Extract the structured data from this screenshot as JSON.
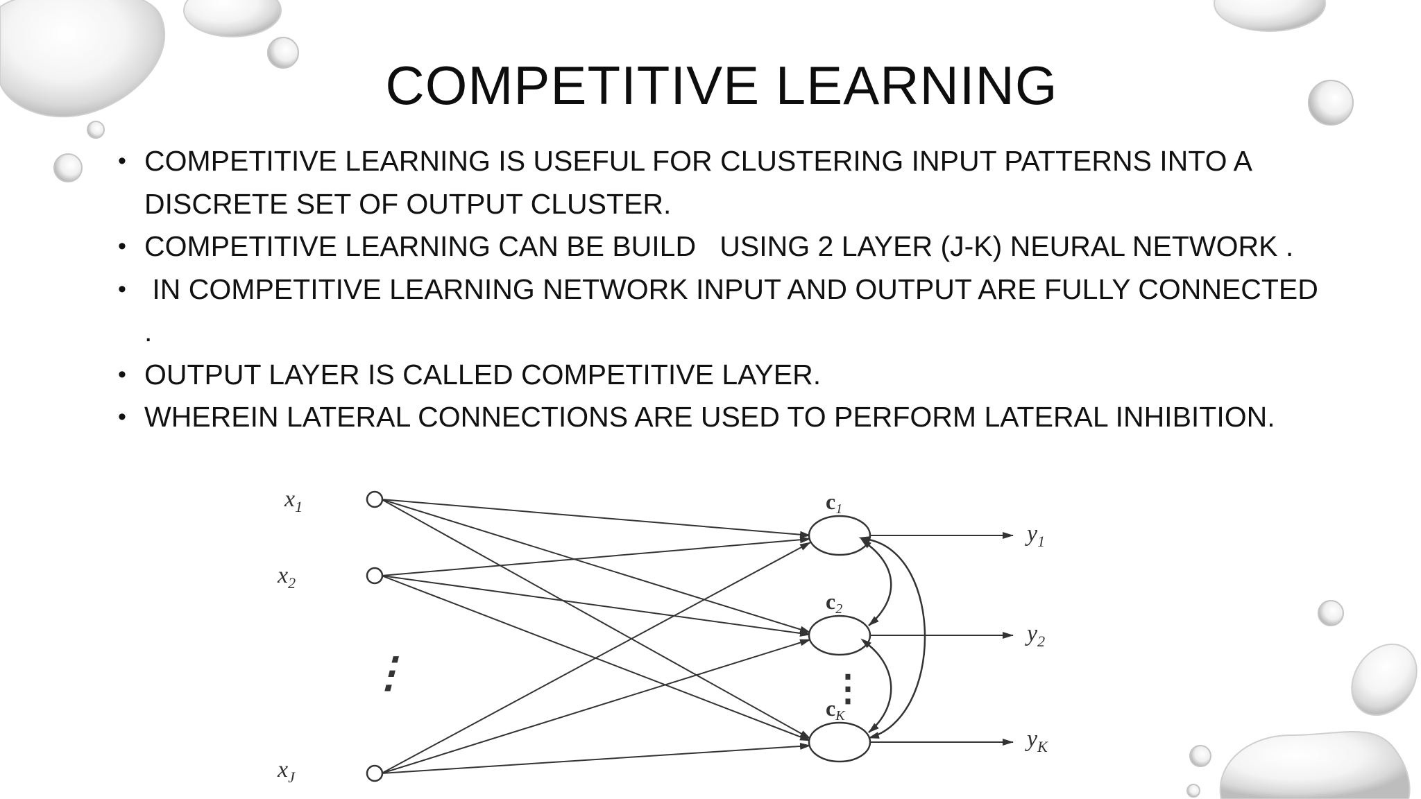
{
  "slide": {
    "title": "COMPETITIVE LEARNING",
    "bullets": [
      "COMPETITIVE LEARNING IS USEFUL FOR CLUSTERING INPUT PATTERNS INTO A DISCRETE SET OF OUTPUT CLUSTER.",
      "COMPETITIVE LEARNING CAN BE BUILD   USING 2 LAYER (J-K) NEURAL NETWORK .",
      " IN COMPETITIVE LEARNING NETWORK INPUT AND OUTPUT ARE FULLY CONNECTED .",
      "OUTPUT LAYER IS CALLED COMPETITIVE LAYER.",
      "WHEREIN LATERAL CONNECTIONS ARE USED TO PERFORM LATERAL INHIBITION."
    ],
    "bullet_symbol": "•"
  },
  "diagram": {
    "inputs": [
      "x",
      "x",
      "x"
    ],
    "input_subscripts": [
      "1",
      "2",
      "J"
    ],
    "competitive_nodes": [
      "c",
      "c",
      "c"
    ],
    "competitive_subscripts": [
      "1",
      "2",
      "K"
    ],
    "outputs": [
      "y",
      "y",
      "y"
    ],
    "output_subscripts": [
      "1",
      "2",
      "K"
    ],
    "ellipsis": "⋮"
  },
  "colors": {
    "text": "#111111",
    "diagram_stroke": "#333333",
    "droplet_shade": "#c8c8c8"
  }
}
